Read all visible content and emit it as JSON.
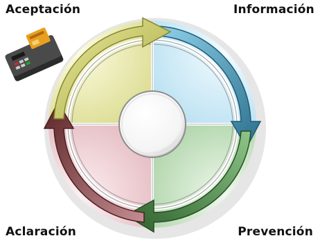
{
  "labels": {
    "top_left": "Aceptación",
    "top_right": "Información",
    "bottom_left": "Aclaración",
    "bottom_right": "Prevención"
  },
  "quadrants": [
    {
      "position": "top-left",
      "fill": "#eeeeaa",
      "ring": "#b8b84a"
    },
    {
      "position": "top-right",
      "fill": "#d8f0f8",
      "ring": "#2e7f9c"
    },
    {
      "position": "bottom-right",
      "fill": "#d6ecd2",
      "ring": "#3f7a3c"
    },
    {
      "position": "bottom-left",
      "fill": "#f6d8dc",
      "ring": "#7a3a3e"
    }
  ],
  "center_color": "#ffffff",
  "icons": [
    "card-reader-icon"
  ]
}
